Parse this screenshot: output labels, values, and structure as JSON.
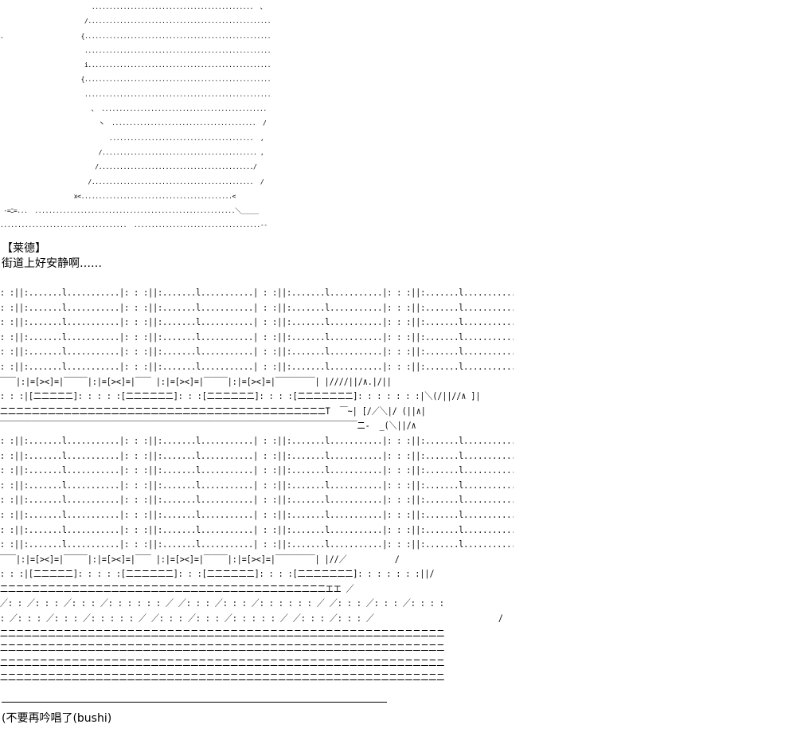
{
  "speaker_label": "【莱德】",
  "dialogue_line": "街道上好安静啊……",
  "footer_note": "(不要再吟唱了(bushi)",
  "colors": {
    "background": "#ffffff",
    "text": "#000000"
  }
}
